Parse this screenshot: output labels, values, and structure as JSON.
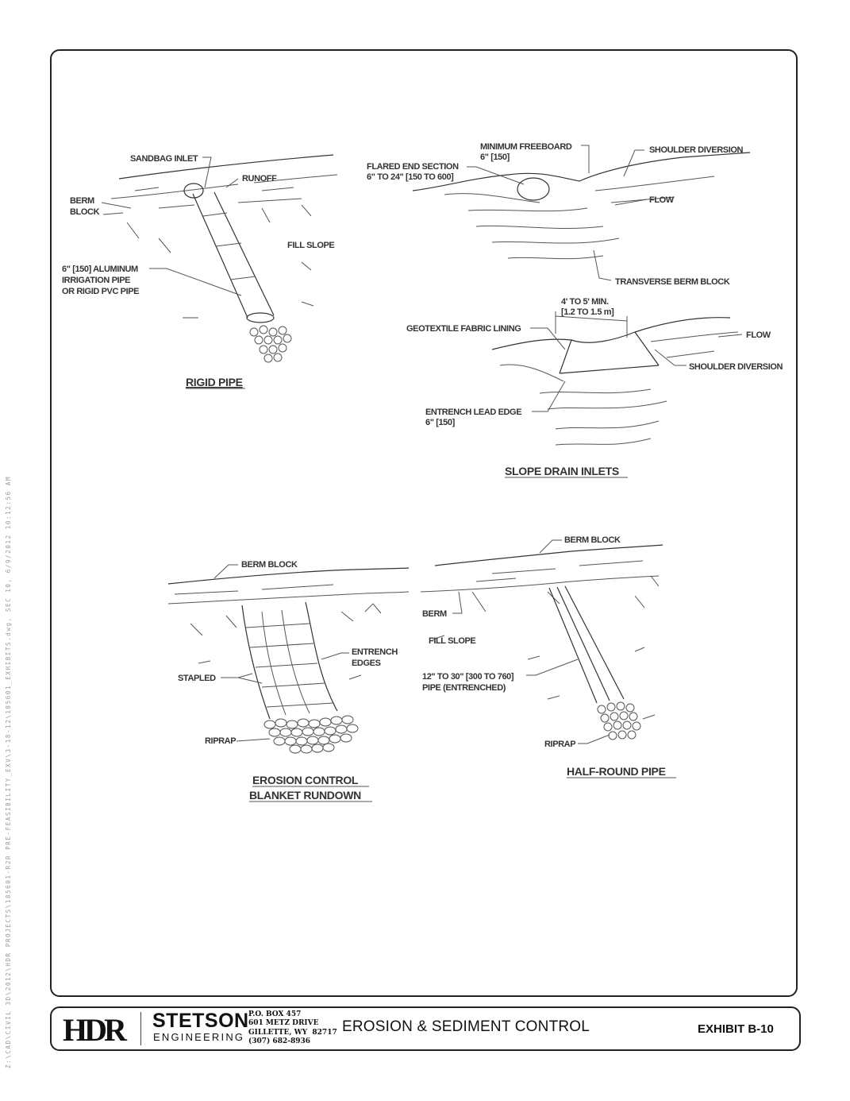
{
  "sidebar_path": "Z:\\CAD\\CIVIL 3D\\2012\\HDR PROJECTS\\185601-R2R PRE-FEASIBILITY_EXV\\3-18-12\\185601_EXHIBITS.dwg, SEC 10, 6/9/2012 10:12:56 AM",
  "figures": {
    "rigid_pipe": {
      "title": "RIGID PIPE",
      "labels": {
        "sandbag_inlet": "SANDBAG INLET",
        "runoff": "RUNOFF",
        "berm_block_1": "BERM",
        "berm_block_2": "BLOCK",
        "fill_slope": "FILL SLOPE",
        "pipe_1": "6\" [150] ALUMINUM",
        "pipe_2": "IRRIGATION PIPE",
        "pipe_3": "OR RIGID PVC PIPE"
      }
    },
    "slope_drain_inlets": {
      "title": "SLOPE DRAIN INLETS",
      "labels": {
        "min_freeboard_1": "MINIMUM FREEBOARD",
        "min_freeboard_2": "6\" [150]",
        "shoulder_diversion_top": "SHOULDER DIVERSION",
        "flared_end_1": "FLARED END SECTION",
        "flared_end_2": "6\" TO 24\" [150 TO 600]",
        "flow_top": "FLOW",
        "transverse_berm": "TRANSVERSE BERM BLOCK",
        "width_1": "4' TO 5' MIN.",
        "width_2": "[1.2 TO 1.5 m]",
        "geotextile": "GEOTEXTILE FABRIC LINING",
        "flow_bottom": "FLOW",
        "shoulder_diversion_bottom": "SHOULDER DIVERSION",
        "entrench_1": "ENTRENCH LEAD EDGE",
        "entrench_2": "6\" [150]"
      }
    },
    "blanket_rundown": {
      "title_1": "EROSION CONTROL",
      "title_2": "BLANKET RUNDOWN",
      "labels": {
        "berm_block": "BERM BLOCK",
        "entrench_1": "ENTRENCH",
        "entrench_2": "EDGES",
        "stapled": "STAPLED",
        "riprap": "RIPRAP"
      }
    },
    "half_round_pipe": {
      "title": "HALF-ROUND PIPE",
      "labels": {
        "berm_block": "BERM BLOCK",
        "berm": "BERM",
        "fill_slope": "FILL SLOPE",
        "pipe_1": "12\" TO 30\" [300 TO 760]",
        "pipe_2": "PIPE (ENTRENCHED)",
        "riprap": "RIPRAP"
      }
    }
  },
  "title_block": {
    "logo": "HDR",
    "company_1": "STETSON",
    "company_2": "ENGINEERING",
    "address_1": "P.O. BOX 457",
    "address_2": "601 METZ DRIVE",
    "address_3": "GILLETTE, WY  82717",
    "address_4": "(307) 682-8936",
    "title": "EROSION & SEDIMENT CONTROL",
    "exhibit": "EXHIBIT B-10"
  }
}
